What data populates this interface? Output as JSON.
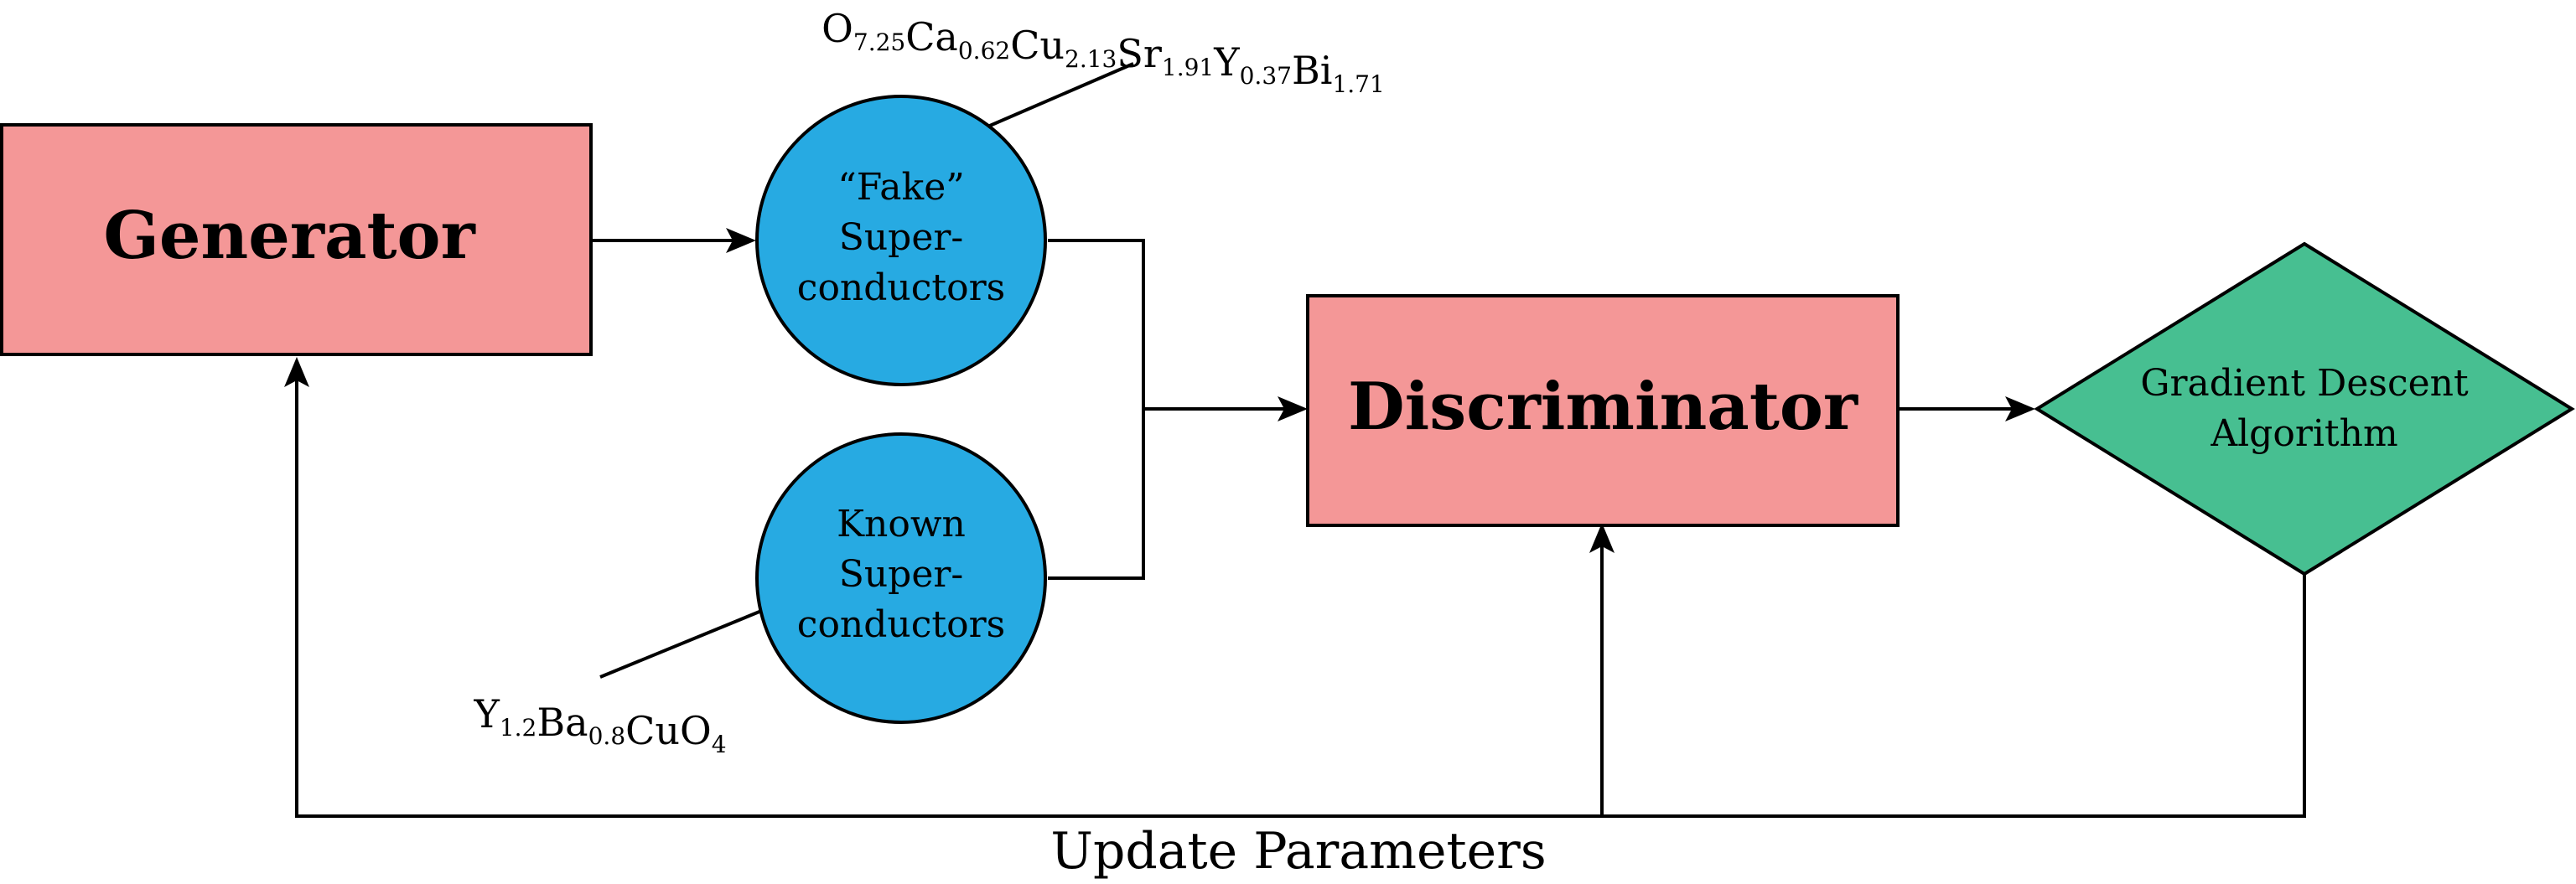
{
  "nodes": {
    "generator": {
      "label": "Generator"
    },
    "fake": {
      "lines": [
        "“Fake”",
        "Super-",
        "conductors"
      ]
    },
    "known": {
      "lines": [
        "Known",
        "Super-",
        "conductors"
      ]
    },
    "discriminator": {
      "label": "Discriminator"
    },
    "gradient": {
      "lines": [
        "Gradient Descent",
        "Algorithm"
      ]
    }
  },
  "formulas": {
    "fake_example": [
      {
        "el": "O",
        "n": "7.25"
      },
      {
        "el": "Ca",
        "n": "0.62"
      },
      {
        "el": "Cu",
        "n": "2.13"
      },
      {
        "el": "Sr",
        "n": "1.91"
      },
      {
        "el": "Y",
        "n": "0.37"
      },
      {
        "el": "Bi",
        "n": "1.71"
      }
    ],
    "known_example": [
      {
        "el": "Y",
        "n": "1.2"
      },
      {
        "el": "Ba",
        "n": "0.8"
      },
      {
        "el": "Cu",
        "n": ""
      },
      {
        "el": "O",
        "n": "4"
      }
    ]
  },
  "feedback_label": "Update Parameters",
  "colors": {
    "box_fill": "#f49797",
    "circle_fill": "#27aae2",
    "diamond_fill": "#47bf91",
    "stroke": "#000000"
  }
}
